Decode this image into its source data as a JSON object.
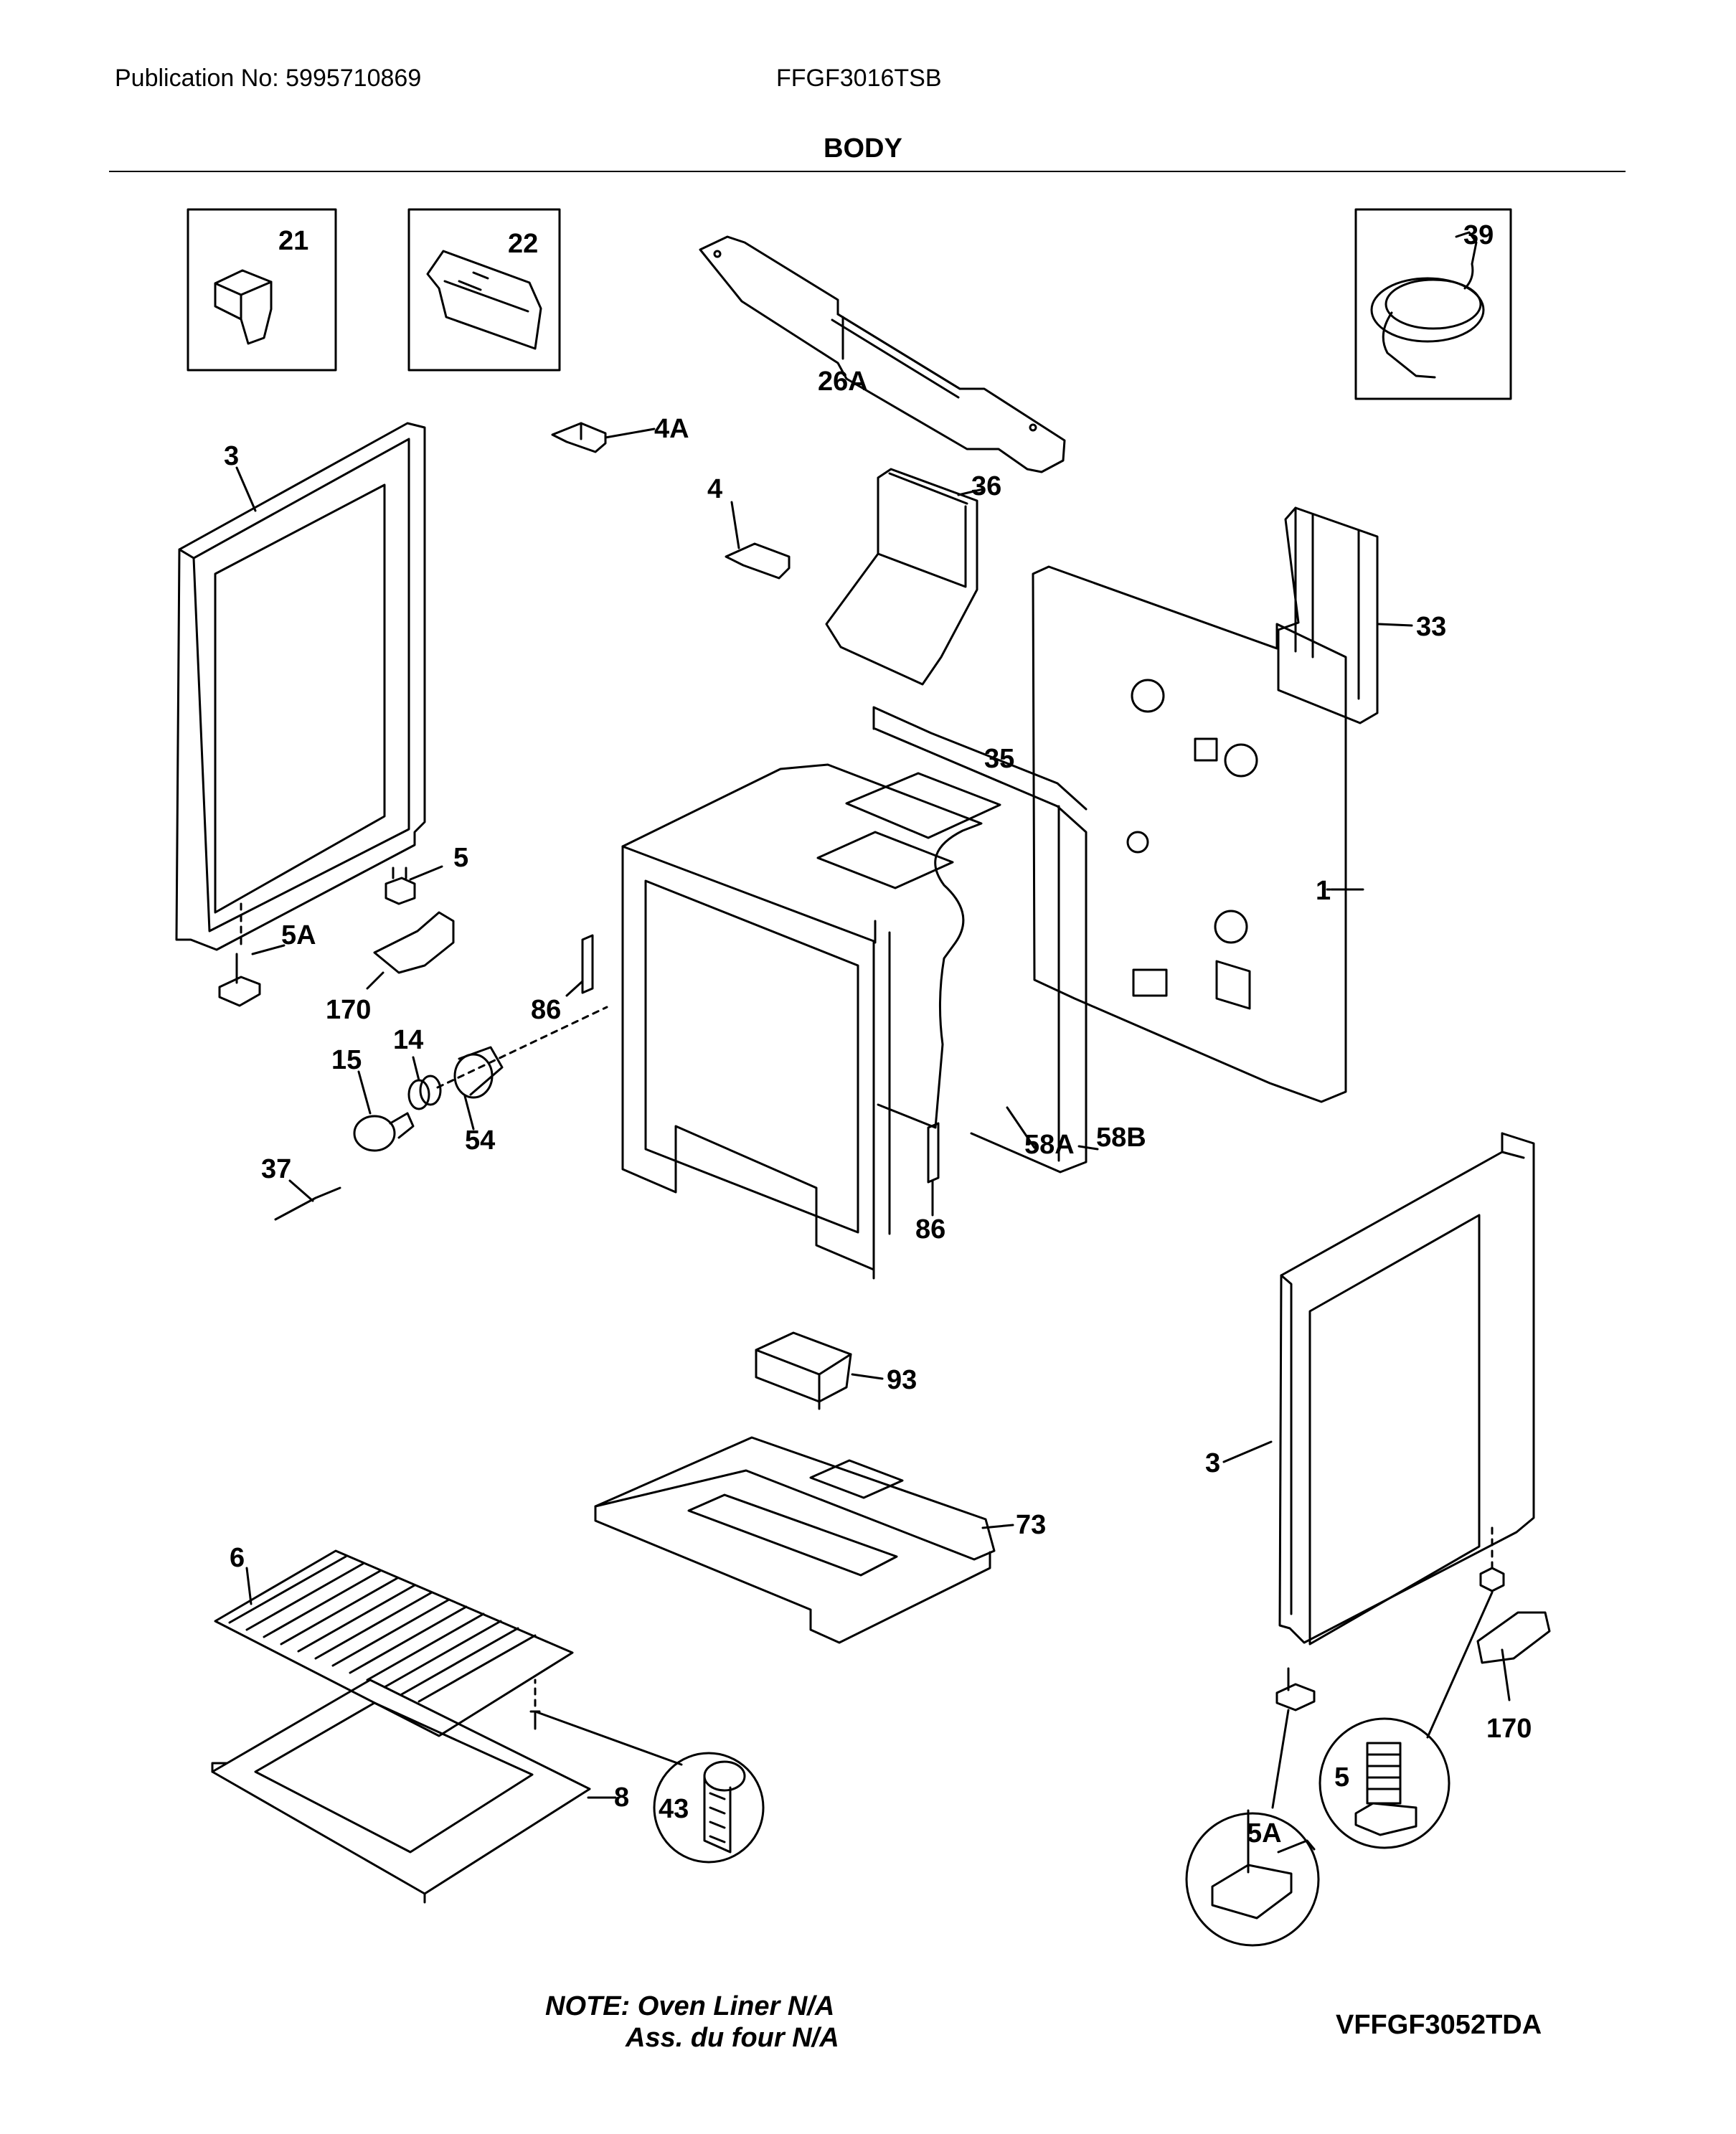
{
  "header": {
    "publication": "Publication No: 5995710869",
    "model": "FFGF3016TSB",
    "section": "BODY"
  },
  "callouts": [
    {
      "id": "c21",
      "label": "21"
    },
    {
      "id": "c22",
      "label": "22"
    },
    {
      "id": "c26a",
      "label": "26A"
    },
    {
      "id": "c39",
      "label": "39"
    },
    {
      "id": "c4a",
      "label": "4A"
    },
    {
      "id": "c3a",
      "label": "3"
    },
    {
      "id": "c4",
      "label": "4"
    },
    {
      "id": "c36",
      "label": "36"
    },
    {
      "id": "c33",
      "label": "33"
    },
    {
      "id": "c35",
      "label": "35"
    },
    {
      "id": "c5a",
      "label": "5"
    },
    {
      "id": "c1",
      "label": "1"
    },
    {
      "id": "c5aa",
      "label": "5A"
    },
    {
      "id": "c170a",
      "label": "170"
    },
    {
      "id": "c86a",
      "label": "86"
    },
    {
      "id": "c14",
      "label": "14"
    },
    {
      "id": "c15",
      "label": "15"
    },
    {
      "id": "c54",
      "label": "54"
    },
    {
      "id": "c58a",
      "label": "58A"
    },
    {
      "id": "c58b",
      "label": "58B"
    },
    {
      "id": "c37",
      "label": "37"
    },
    {
      "id": "c86b",
      "label": "86"
    },
    {
      "id": "c93",
      "label": "93"
    },
    {
      "id": "c3b",
      "label": "3"
    },
    {
      "id": "c73",
      "label": "73"
    },
    {
      "id": "c6",
      "label": "6"
    },
    {
      "id": "c170b",
      "label": "170"
    },
    {
      "id": "c8",
      "label": "8"
    },
    {
      "id": "c43",
      "label": "43"
    },
    {
      "id": "c5b",
      "label": "5"
    },
    {
      "id": "c5ab",
      "label": "5A"
    }
  ],
  "footer": {
    "note_line1": "NOTE: Oven Liner N/A",
    "note_line2": "Ass. du four N/A",
    "diagram_code": "VFFGF3052TDA"
  }
}
